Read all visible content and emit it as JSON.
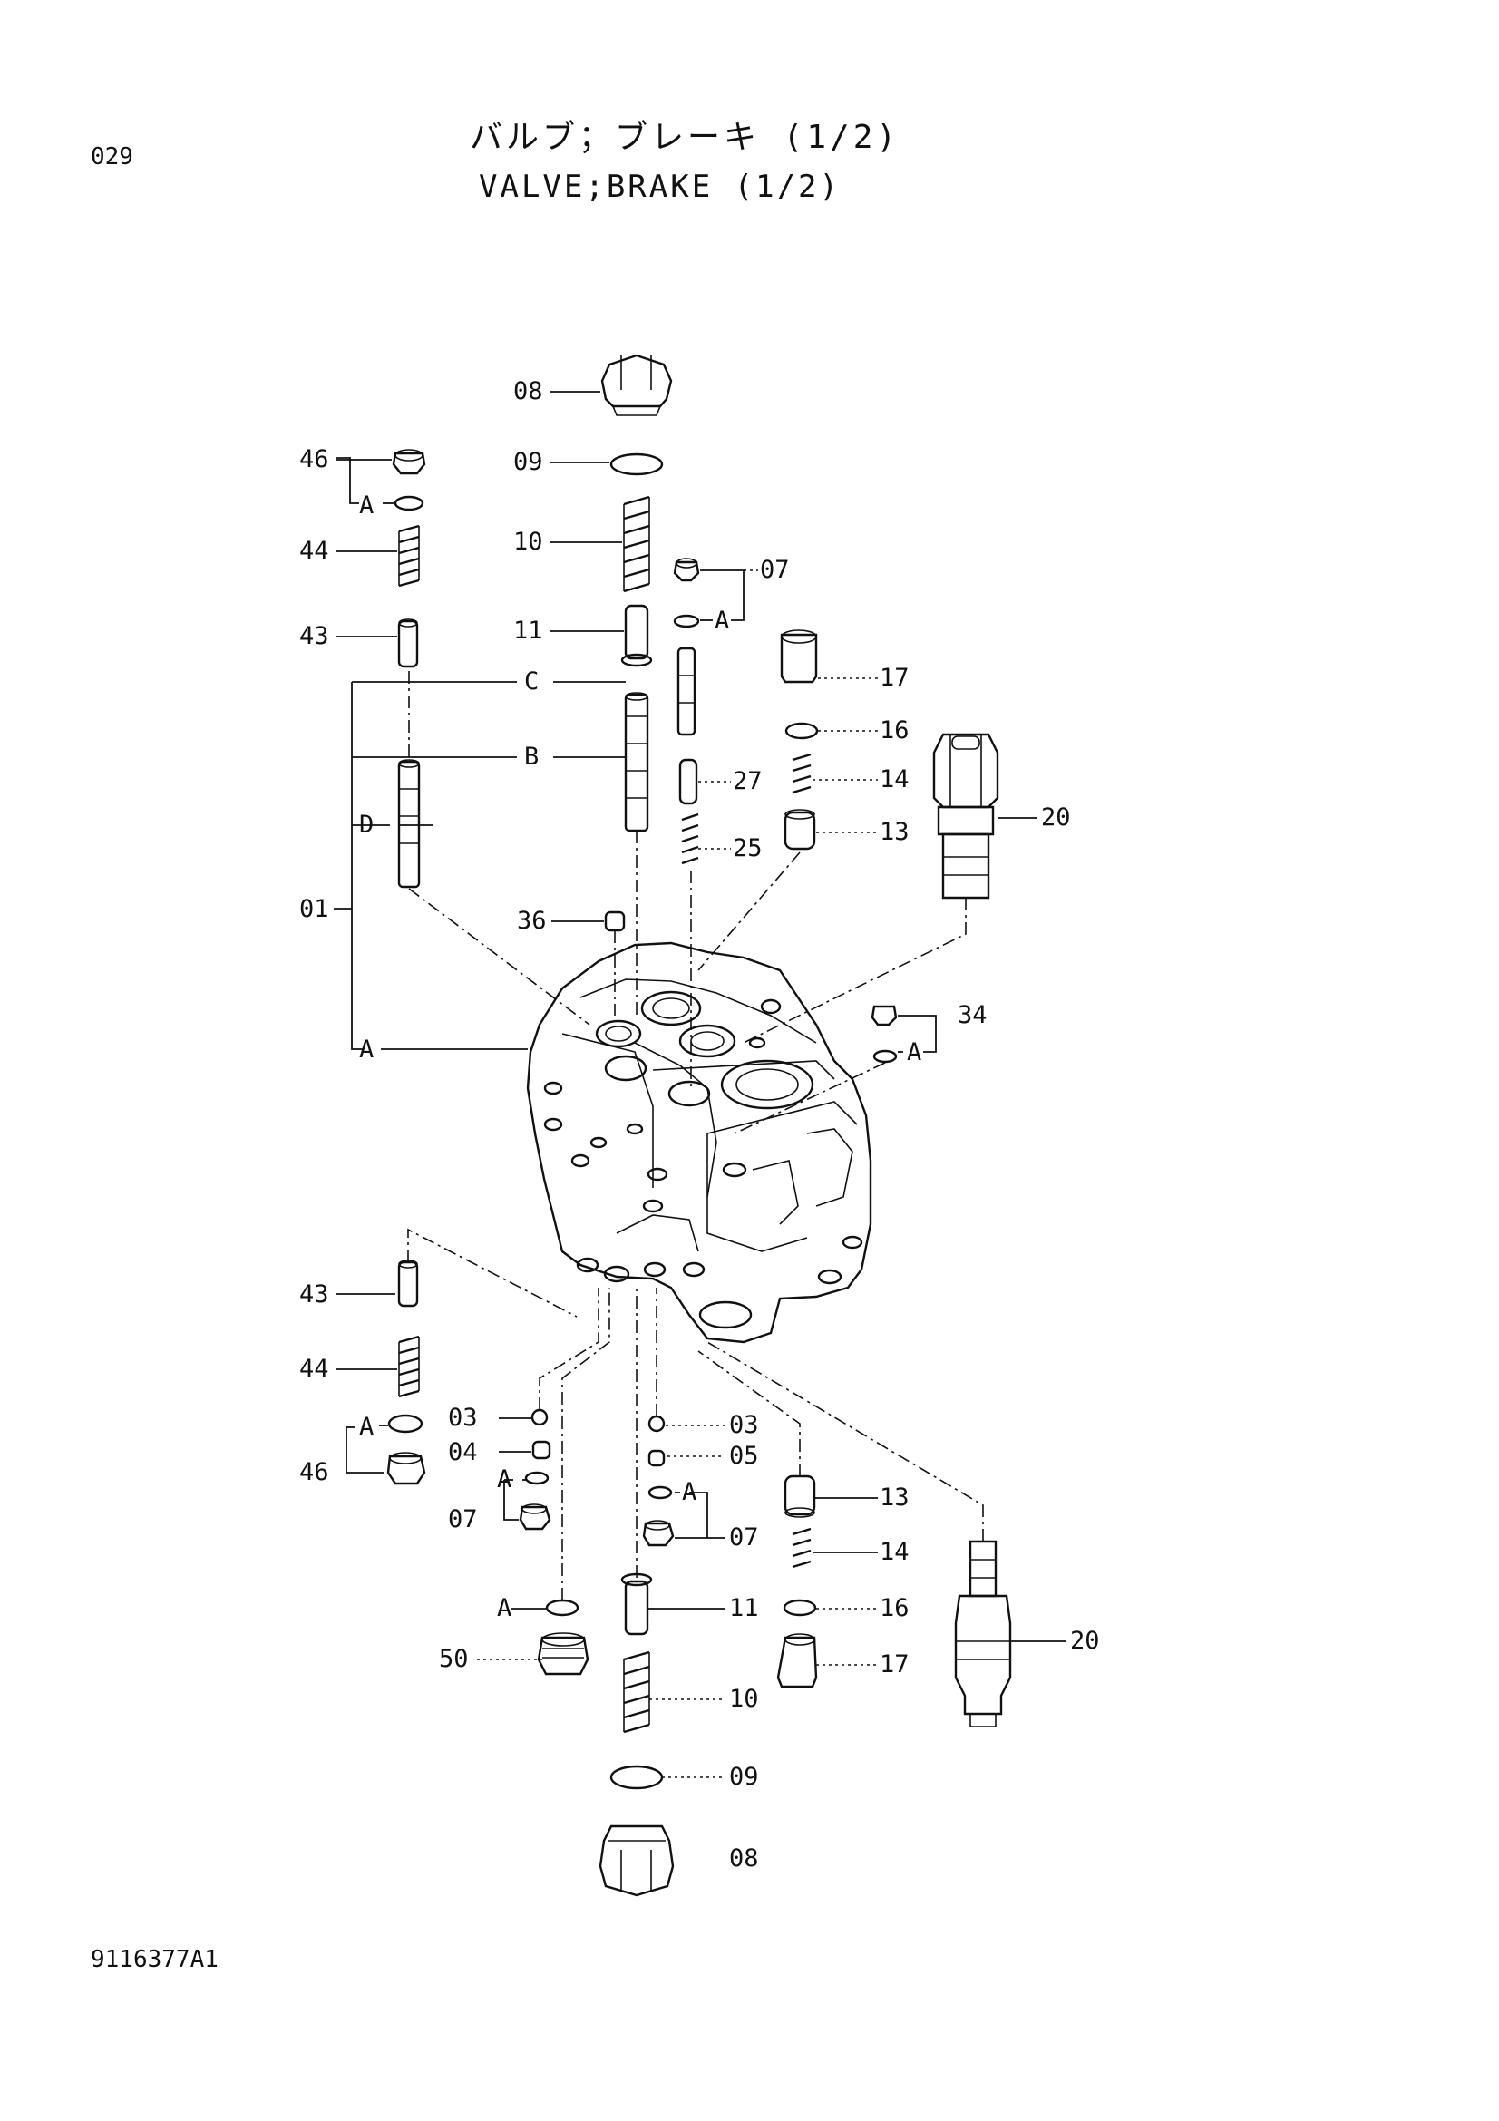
{
  "page_number": "029",
  "title_jp": "バルブ；ブレーキ (1/2)",
  "title_en": "VALVE;BRAKE (1/2)",
  "drawing_number": "9116377A1",
  "labels": {
    "p08": "08",
    "p09": "09",
    "p10": "10",
    "p11": "11",
    "p07": "07",
    "p46": "46",
    "p44": "44",
    "p43": "43",
    "p17": "17",
    "p16": "16",
    "p14": "14",
    "p27": "27",
    "p13": "13",
    "p25": "25",
    "p20": "20",
    "p01": "01",
    "p36": "36",
    "p34": "34",
    "pA": "A",
    "pB": "B",
    "pC": "C",
    "pD": "D",
    "p03": "03",
    "p04": "04",
    "p05": "05",
    "p50": "50"
  }
}
